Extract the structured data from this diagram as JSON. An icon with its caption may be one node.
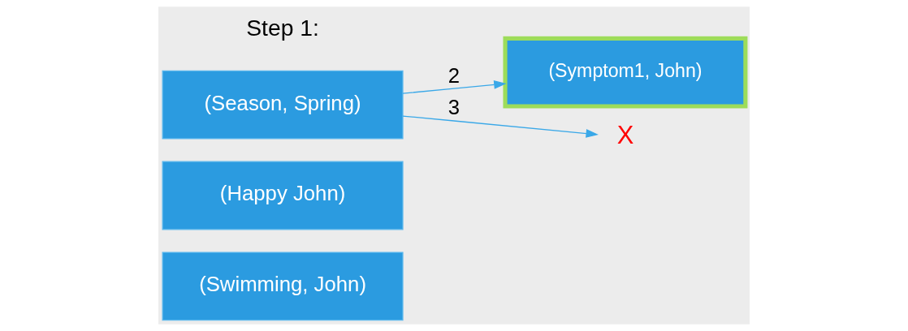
{
  "diagram": {
    "nodes": [
      {
        "text": [
          "(Season, Spring)"
        ]
      },
      {
        "text": [
          "(Happy John)"
        ]
      },
      {
        "text": [
          "(Swimming, John)"
        ]
      },
      {
        "text": [
          "(Symptom1, John)"
        ]
      },
      {
        "text": [
          "X"
        ]
      }
    ],
    "edges": [
      {
        "from": 0,
        "to": 3,
        "arrow": "to",
        "label": "2"
      },
      {
        "from": 0,
        "to": 4,
        "arrow": "to",
        "label": "3"
      }
    ],
    "labels": [
      "Step 1:"
    ]
  }
}
